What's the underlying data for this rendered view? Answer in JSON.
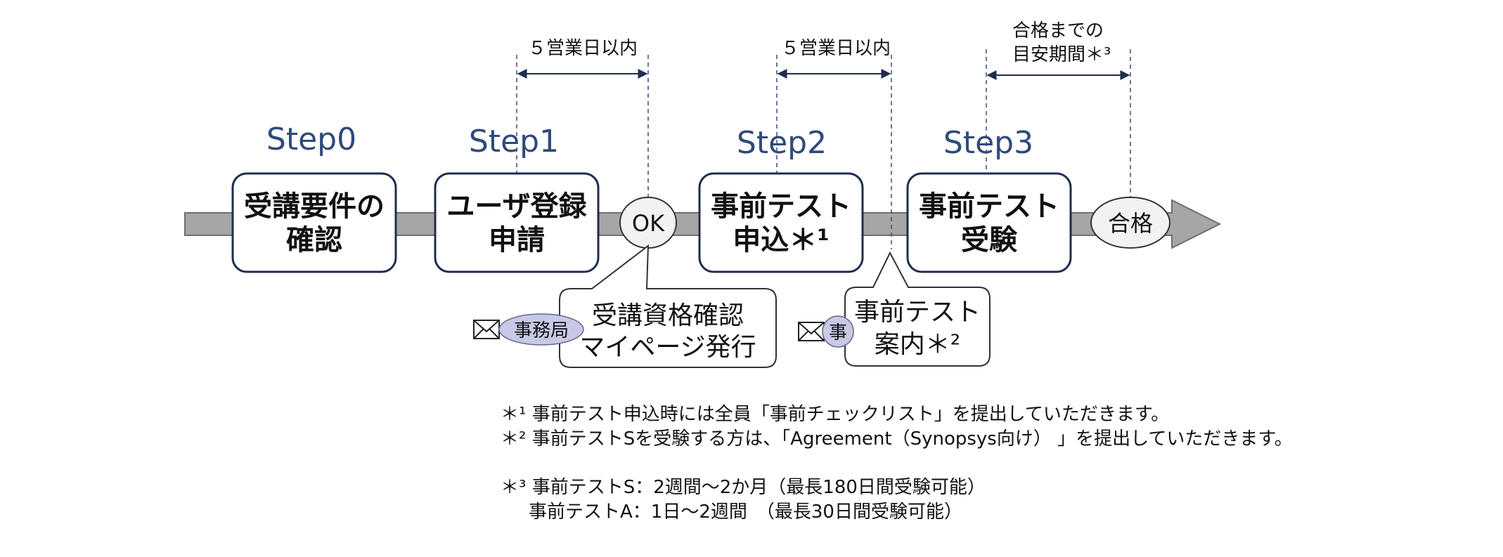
{
  "steps": [
    {
      "label": "Step0",
      "lines": [
        "受講要件の",
        "確認"
      ]
    },
    {
      "label": "Step1",
      "lines": [
        "ユーザ登録",
        "申請"
      ]
    },
    {
      "label": "Step2",
      "lines": [
        "事前テスト",
        "申込＊¹"
      ]
    },
    {
      "label": "Step3",
      "lines": [
        "事前テスト",
        "受験"
      ]
    }
  ],
  "milestones": {
    "ok": "OK",
    "pass": "合格"
  },
  "intervals": [
    {
      "lines": [
        "５営業日以内"
      ]
    },
    {
      "lines": [
        "５営業日以内"
      ]
    },
    {
      "lines": [
        "合格までの",
        "目安期間＊³"
      ]
    }
  ],
  "notifications": [
    {
      "sender": "事務局",
      "lines": [
        "受講資格確認",
        "マイページ発行"
      ]
    },
    {
      "sender": "事",
      "lines": [
        "事前テスト",
        "案内＊²"
      ]
    }
  ],
  "notes": [
    "＊¹ 事前テスト申込時には全員「事前チェックリスト」を提出していただきます。",
    "＊² 事前テストSを受験する方は、「Agreement（Synopsys向け） 」を提出していただきます。",
    "＊³ 事前テストS：2週間～2か月（最長180日間受験可能）",
    "事前テストA：1日～2週間　（最長30日間受験可能）"
  ],
  "colors": {
    "arrow_fill": "#a6a6a6",
    "box_border": "#1f2d4f",
    "step_label": "#2f4a7a",
    "sender_oval": "#c7c9e6",
    "dashed_line": "#3a4a80",
    "milestone_fill": "#f2f2f2"
  },
  "icons": [
    "envelope-icon",
    "envelope-icon"
  ]
}
